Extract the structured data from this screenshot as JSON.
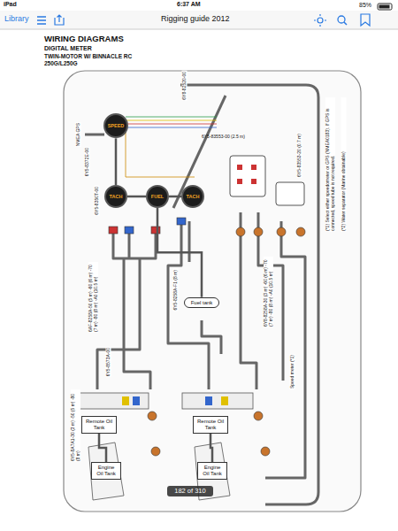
{
  "diagram": {
    "title": "WIRING DIAGRAMS",
    "nodes": [
      {
        "text": [
          "SPEED"
        ]
      },
      {
        "text": [
          "TACH"
        ]
      },
      {
        "text": [
          "FUEL"
        ]
      },
      {
        "text": [
          "TACH"
        ]
      },
      {
        "text": [
          "Fuel tank"
        ]
      },
      {
        "text": [
          "Remote Oil Tank"
        ]
      },
      {
        "text": [
          "Engine Oil Tank"
        ]
      },
      {
        "text": [
          "Remote Oil Tank"
        ]
      },
      {
        "text": [
          "Engine Oil Tank"
        ]
      }
    ],
    "edges": [
      {
        "from": 0,
        "to": 1,
        "arrow": "none"
      },
      {
        "from": 1,
        "to": 2,
        "arrow": "none"
      },
      {
        "from": 2,
        "to": 3,
        "arrow": "none"
      },
      {
        "from": 2,
        "to": 4,
        "arrow": "none"
      },
      {
        "from": 5,
        "to": 6,
        "arrow": "none"
      },
      {
        "from": 7,
        "to": 8,
        "arrow": "none"
      }
    ],
    "labels": [
      "iPad",
      "6:37 AM",
      "85%",
      "Library",
      "Rigging guide 2012",
      "DIGITAL METER",
      "TWIN-MOTOR W/ BINNACLE RC",
      "250G/L250G",
      "6Y8-82520-00",
      "6Y5-83553-00 (2.5 m)",
      "6Y5-83553-20 (0.7 m)",
      "NMEA GPS",
      "6Y5-8372E-00",
      "6Y5-8350T-00",
      "6AF-8258A-50 (5 m) -60 (6 m) -70 (7 m) -80 (8 m) -A0 (10.5 m)",
      "6Y5-8258A-F1 (8 m)",
      "6Y5-8573A-00",
      "6Y8-8258A-30 (3 m) -60 (6 m) -70 (7 m) -80 (8 m) -A0 (10.5 m)",
      "(*1) Select either speedometer or GPS (NMEA0183). If GPS is connected, speed tube is not required.",
      "(*2) Water separator (Marine obtainable)",
      "Speed meter (*1)",
      "6Y5-8A7A1-30 (3 m) -50 (5 m) -80 (8 m)",
      "182 of 310"
    ]
  }
}
